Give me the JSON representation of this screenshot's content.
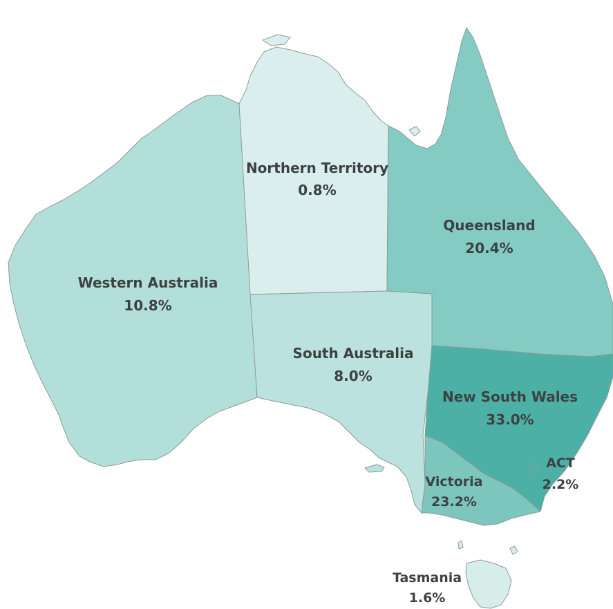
{
  "colors": {
    "scale_min": "#dcf0ee",
    "scale_max": "#4db0a6",
    "border": "#8c9a98",
    "label": "#3c4142"
  },
  "regions": [
    {
      "id": "wa",
      "name": "Western Australia",
      "value_label": "10.8%",
      "value": 10.8,
      "fill": "#b3dfda"
    },
    {
      "id": "nt",
      "name": "Northern Territory",
      "value_label": "0.8%",
      "value": 0.8,
      "fill": "#daefed"
    },
    {
      "id": "sa",
      "name": "South Australia",
      "value_label": "8.0%",
      "value": 8.0,
      "fill": "#bbe2de"
    },
    {
      "id": "qld",
      "name": "Queensland",
      "value_label": "20.4%",
      "value": 20.4,
      "fill": "#84cbc3"
    },
    {
      "id": "nsw",
      "name": "New South Wales",
      "value_label": "33.0%",
      "value": 33.0,
      "fill": "#4db0a6"
    },
    {
      "id": "act",
      "name": "ACT",
      "value_label": "2.2%",
      "value": 2.2,
      "fill": "#4db0a6"
    },
    {
      "id": "vic",
      "name": "Victoria",
      "value_label": "23.2%",
      "value": 23.2,
      "fill": "#7cc6be"
    },
    {
      "id": "tas",
      "name": "Tasmania",
      "value_label": "1.6%",
      "value": 1.6,
      "fill": "#d6edea"
    }
  ]
}
